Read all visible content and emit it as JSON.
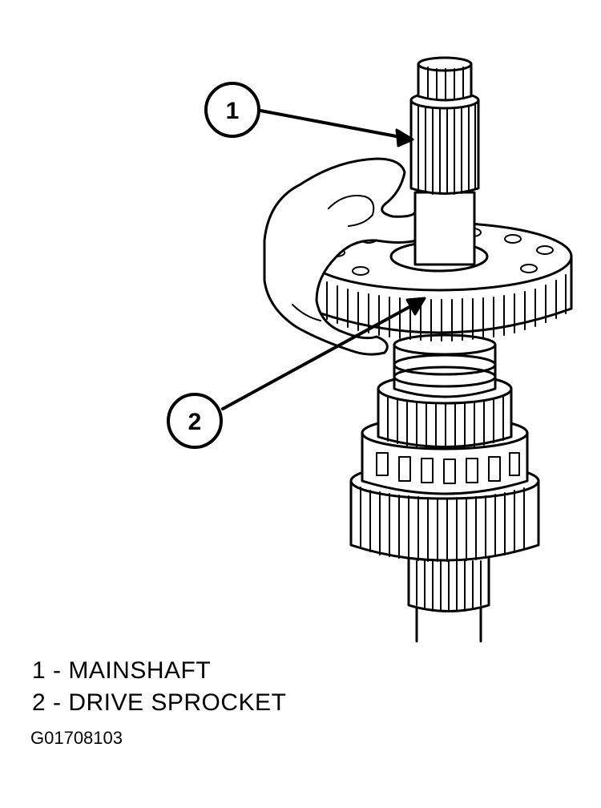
{
  "callouts": [
    {
      "number": "1",
      "label": "MAINSHAFT"
    },
    {
      "number": "2",
      "label": "DRIVE SPROCKET"
    }
  ],
  "legend": [
    {
      "text": "1 - MAINSHAFT"
    },
    {
      "text": "2 - DRIVE SPROCKET"
    }
  ],
  "figure_code": "G01708103",
  "colors": {
    "ink": "#000000",
    "paper": "#ffffff"
  }
}
